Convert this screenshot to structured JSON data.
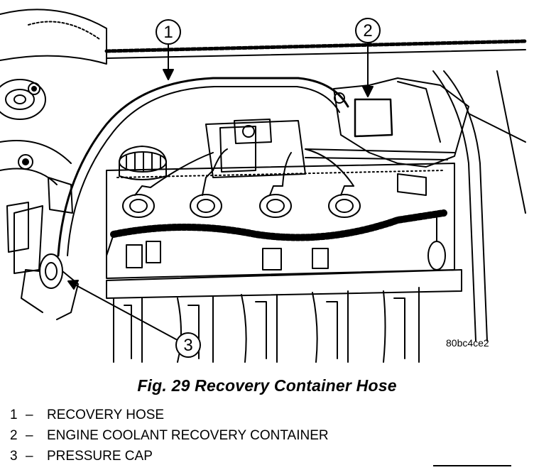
{
  "figure": {
    "code": "80bc4ce2",
    "callouts": [
      "1",
      "2",
      "3"
    ]
  },
  "caption": "Fig. 29 Recovery Container Hose",
  "legend": [
    {
      "num": "1",
      "dash": "–",
      "text": "RECOVERY HOSE"
    },
    {
      "num": "2",
      "dash": "–",
      "text": "ENGINE COOLANT RECOVERY CONTAINER"
    },
    {
      "num": "3",
      "dash": "–",
      "text": "PRESSURE CAP"
    }
  ]
}
